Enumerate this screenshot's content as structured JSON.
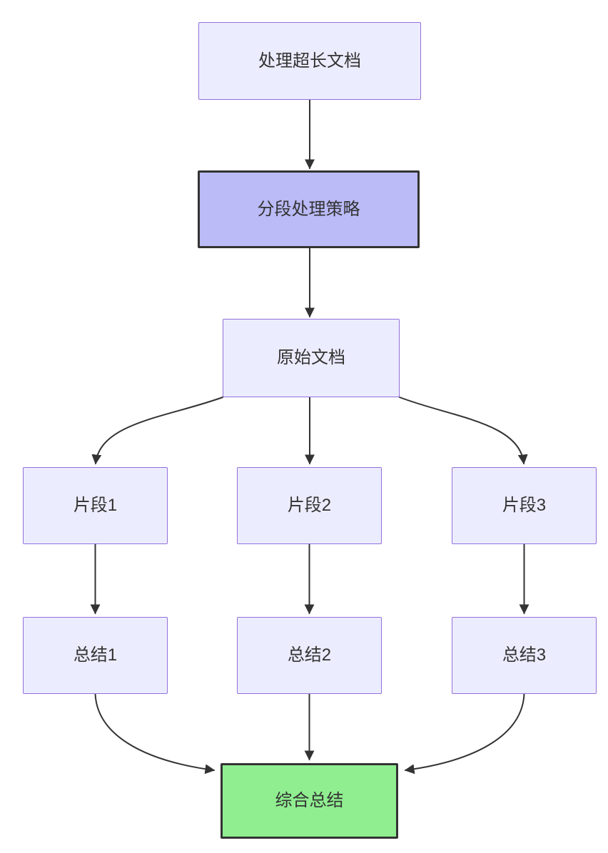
{
  "diagram": {
    "type": "flowchart",
    "direction": "top-down",
    "nodes": [
      {
        "id": "A",
        "label": "处理超长文档",
        "style": "default"
      },
      {
        "id": "B",
        "label": "分段处理策略",
        "style": "highlight-purple"
      },
      {
        "id": "C",
        "label": "原始文档",
        "style": "default"
      },
      {
        "id": "D1",
        "label": "片段1",
        "style": "default"
      },
      {
        "id": "D2",
        "label": "片段2",
        "style": "default"
      },
      {
        "id": "D3",
        "label": "片段3",
        "style": "default"
      },
      {
        "id": "E1",
        "label": "总结1",
        "style": "default"
      },
      {
        "id": "E2",
        "label": "总结2",
        "style": "default"
      },
      {
        "id": "E3",
        "label": "总结3",
        "style": "default"
      },
      {
        "id": "F",
        "label": "综合总结",
        "style": "highlight-green"
      }
    ],
    "edges": [
      {
        "from": "处理超长文档",
        "to": "分段处理策略"
      },
      {
        "from": "分段处理策略",
        "to": "原始文档"
      },
      {
        "from": "原始文档",
        "to": "片段1"
      },
      {
        "from": "原始文档",
        "to": "片段2"
      },
      {
        "from": "原始文档",
        "to": "片段3"
      },
      {
        "from": "片段1",
        "to": "总结1"
      },
      {
        "from": "片段2",
        "to": "总结2"
      },
      {
        "from": "片段3",
        "to": "总结3"
      },
      {
        "from": "总结1",
        "to": "综合总结"
      },
      {
        "from": "总结2",
        "to": "综合总结"
      },
      {
        "from": "总结3",
        "to": "综合总结"
      }
    ],
    "colors": {
      "background": "#FFFFFF",
      "node_fill": "#ECECFF",
      "node_border": "#9370DB",
      "strategy_fill": "#BBBBF8",
      "result_fill": "#90EE90",
      "emphasis_border": "#333333",
      "edge": "#333333",
      "text": "#333333"
    }
  }
}
